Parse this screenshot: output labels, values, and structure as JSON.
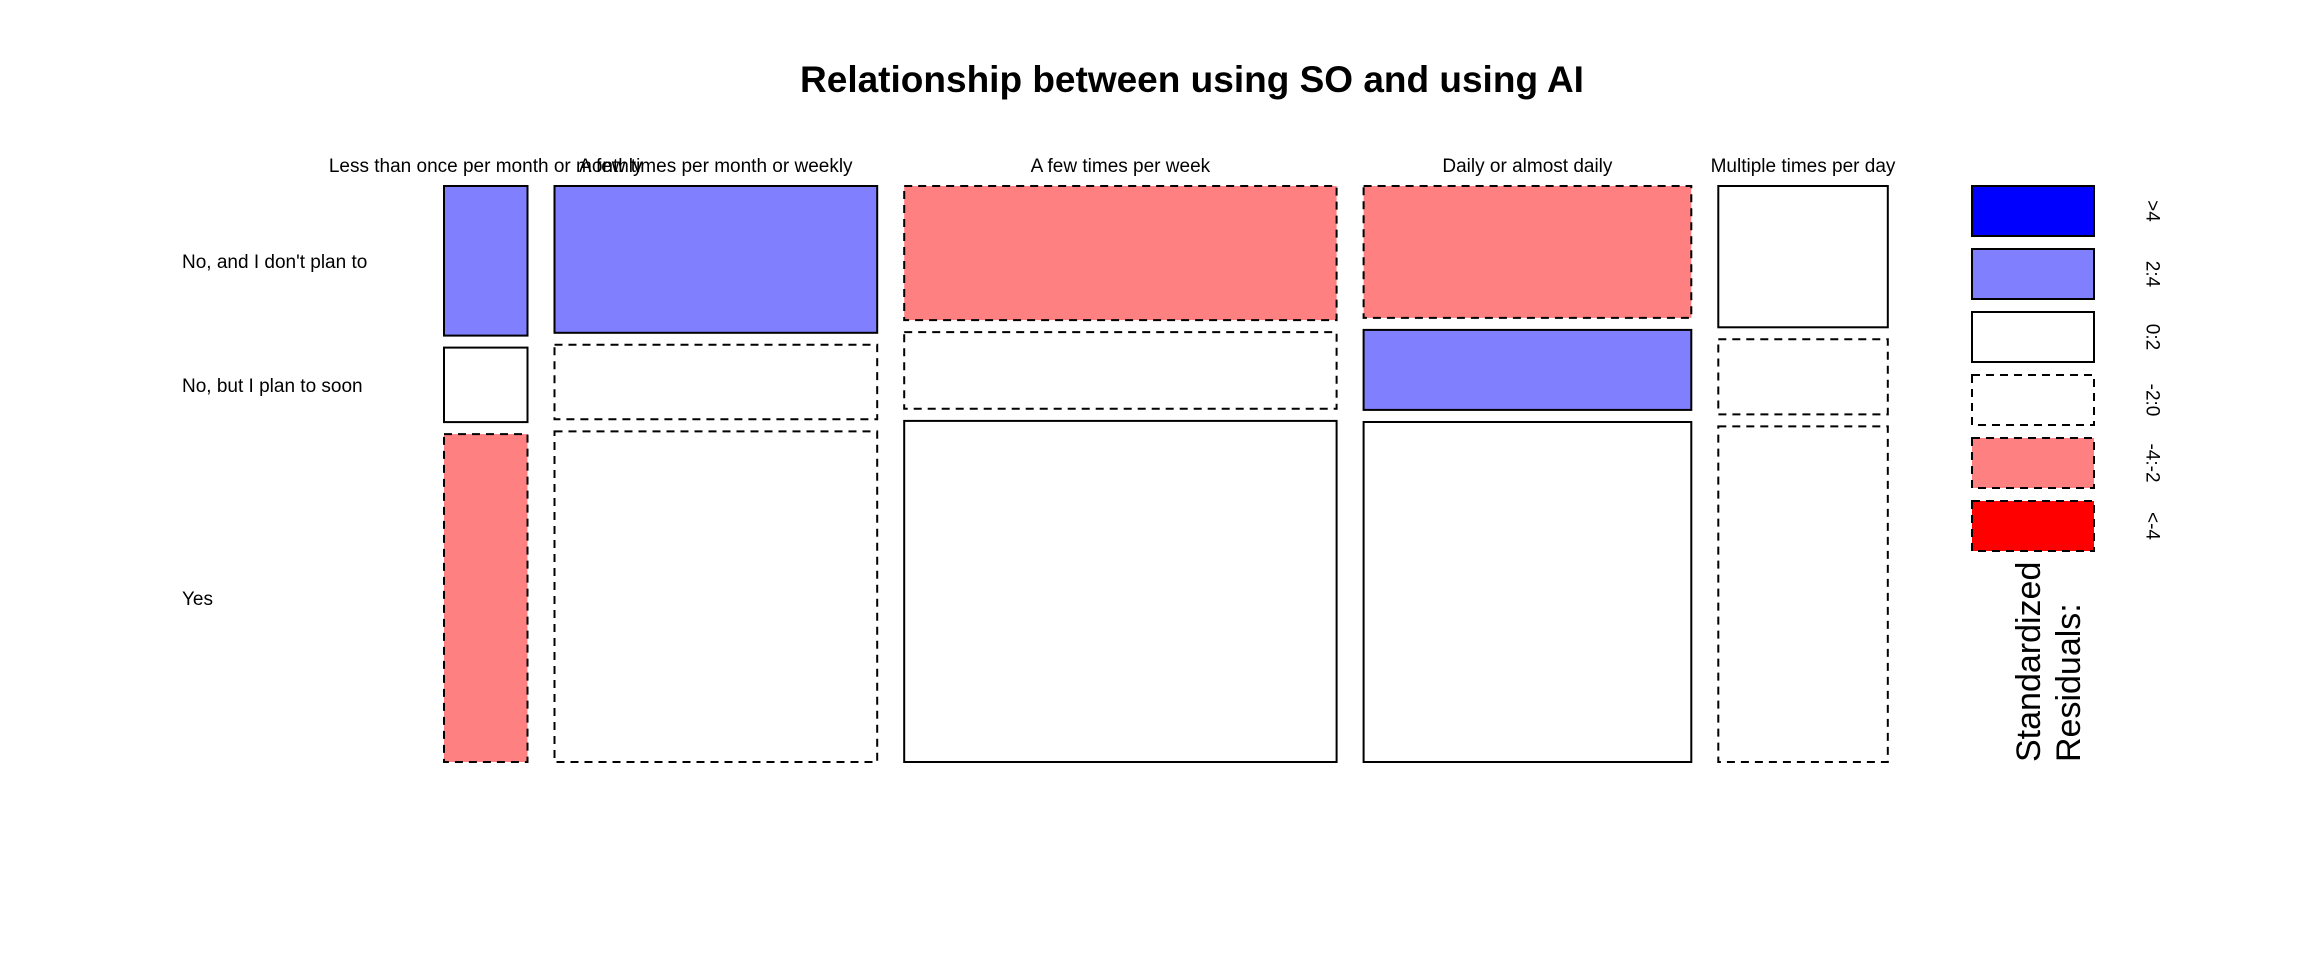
{
  "chart_data": {
    "type": "mosaic",
    "title": "Relationship between using SO and using AI",
    "columns": [
      "Less than once per month or monthly",
      "A few times per month or weekly",
      "A few times per week",
      "Daily or almost daily",
      "Multiple times per day"
    ],
    "rows": [
      "No, and I don't plan to",
      "No, but I plan to soon",
      "Yes"
    ],
    "column_proportions": [
      0.067,
      0.259,
      0.347,
      0.263,
      0.136
    ],
    "conditional_row_proportions": [
      [
        0.271,
        0.135,
        0.594
      ],
      [
        0.266,
        0.135,
        0.599
      ],
      [
        0.243,
        0.139,
        0.618
      ],
      [
        0.239,
        0.145,
        0.616
      ],
      [
        0.256,
        0.136,
        0.608
      ]
    ],
    "residual_class": [
      [
        "2:4",
        "0:2",
        "-4:-2"
      ],
      [
        "2:4",
        "-2:0",
        "-2:0"
      ],
      [
        "-4:-2",
        "-2:0",
        "0:2"
      ],
      [
        "-4:-2",
        "2:4",
        "0:2"
      ],
      [
        "0:2",
        "-2:0",
        "-2:0"
      ]
    ],
    "legend": {
      "title_line1": "Standardized",
      "title_line2": "Residuals:",
      "bins": [
        {
          "label": ">4",
          "color": "#0000ff",
          "dashed": false
        },
        {
          "label": "2:4",
          "color": "#8080ff",
          "dashed": false
        },
        {
          "label": "0:2",
          "color": "#ffffff",
          "dashed": false
        },
        {
          "label": "-2:0",
          "color": "#ffffff",
          "dashed": true
        },
        {
          "label": "-4:-2",
          "color": "#ff8080",
          "dashed": true
        },
        {
          "label": "<-4",
          "color": "#ff0000",
          "dashed": true
        }
      ]
    }
  }
}
